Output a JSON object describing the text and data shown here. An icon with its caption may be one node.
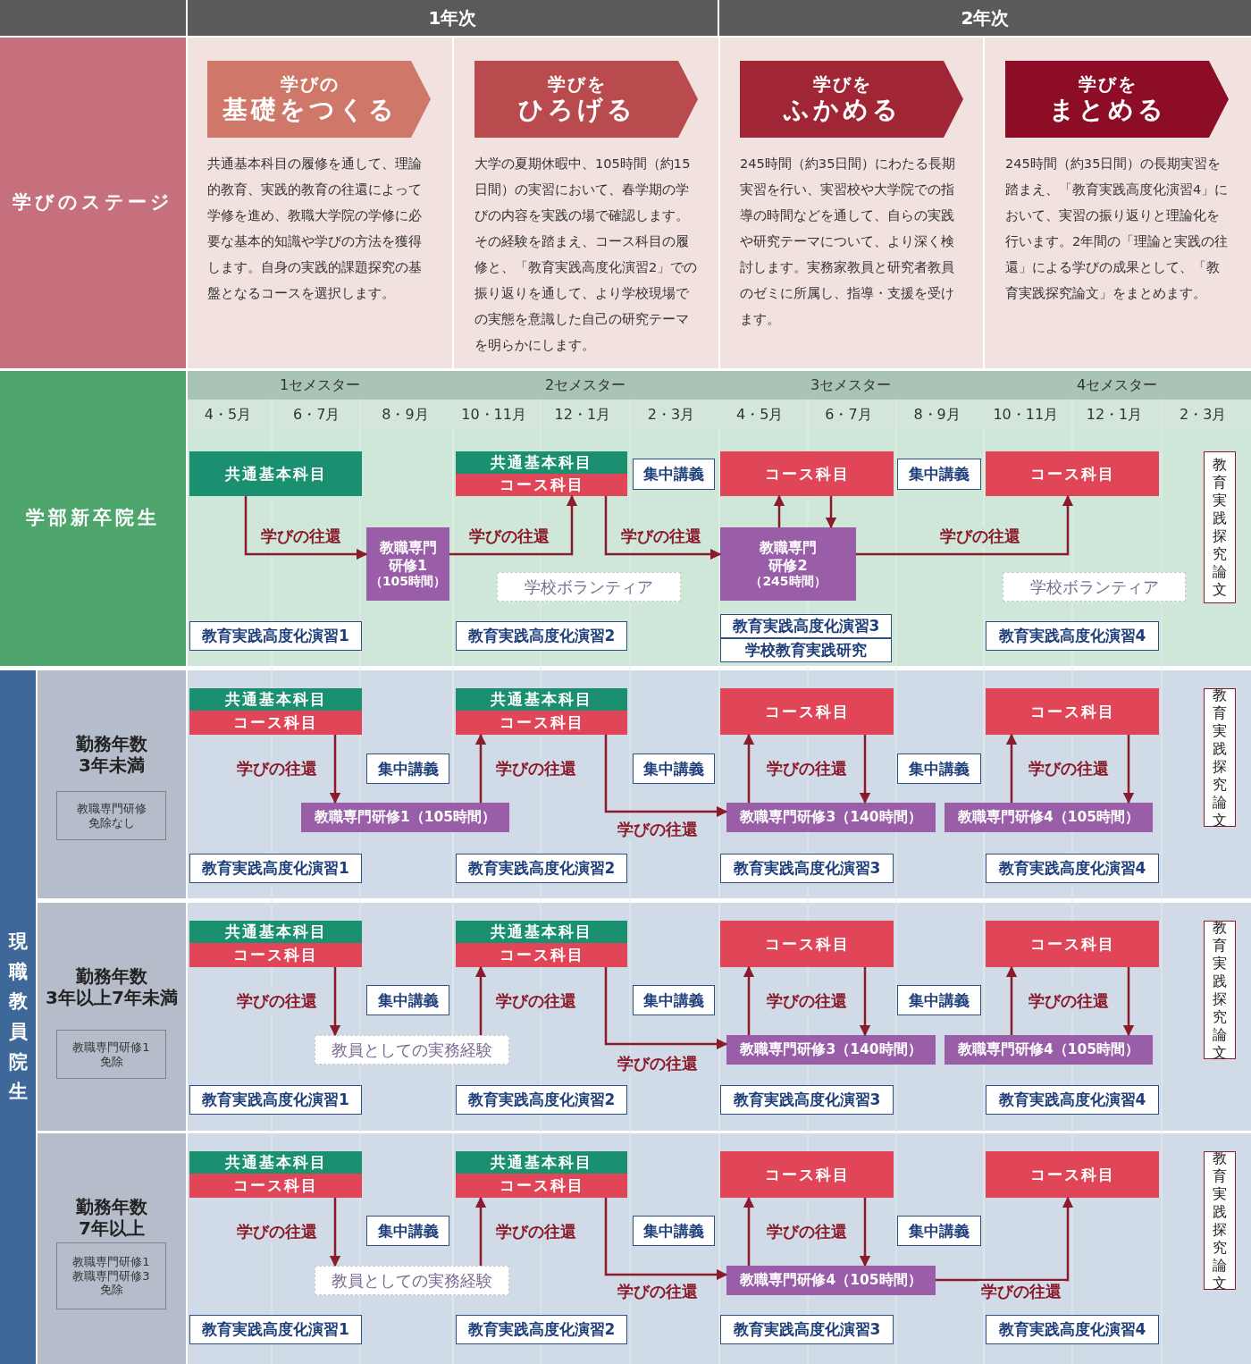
{
  "diagram": {
    "nodes": [
      {
        "text": [
          "1年次"
        ]
      },
      {
        "text": [
          "2年次"
        ]
      },
      {
        "text": [
          "学びのステージ"
        ]
      },
      {
        "text": [
          "学びの",
          "基礎をつくる"
        ],
        "beside": [
          "共通基本科目の履修を通して、理論的教育、実践的教育の往還によって学修を進め、教職大学院の学修に必要な基本的知識や学びの方法を獲得します。自身の実践的課題探究の基盤となるコースを選択します。"
        ]
      },
      {
        "text": [
          "学びを",
          "ひろげる"
        ],
        "beside": [
          "大学の夏期休暇中、105時間（約15日間）の実習において、春学期の学びの内容を実践の場で確認します。その経験を踏まえ、コース科目の履修と、「教育実践高度化演習2」での振り返りを通して、より学校現場での実態を意識した自己の研究テーマを明らかにします。"
        ]
      },
      {
        "text": [
          "学びを",
          "ふかめる"
        ],
        "beside": [
          "245時間（約35日間）にわたる長期実習を行い、実習校や大学院での指導の時間などを通して、自らの実践や研究テーマについて、より深く検討します。実務家教員と研究者教員のゼミに所属し、指導・支援を受けます。"
        ]
      },
      {
        "text": [
          "学びを",
          "まとめる"
        ],
        "beside": [
          "245時間（約35日間）の長期実習を踏まえ、「教育実践高度化演習4」において、実習の振り返りと理論化を行います。2年間の「理論と実践の往還」による学びの成果として、「教育実践探究論文」をまとめます。"
        ]
      },
      {
        "text": [
          "学部新卒院生"
        ]
      },
      {
        "text": [
          "共通基本科目"
        ]
      },
      {
        "text": [
          "教職専門研修1",
          "（105時間）"
        ]
      },
      {
        "text": [
          "共通基本科目"
        ]
      },
      {
        "text": [
          "コース科目"
        ]
      },
      {
        "text": [
          "集中講義"
        ]
      },
      {
        "text": [
          "学校ボランティア"
        ]
      },
      {
        "text": [
          "教育実践高度化演習1"
        ]
      },
      {
        "text": [
          "教育実践高度化演習2"
        ]
      },
      {
        "text": [
          "コース科目"
        ]
      },
      {
        "text": [
          "集中講義"
        ]
      },
      {
        "text": [
          "コース科目"
        ]
      },
      {
        "text": [
          "教職専門研修2",
          "（245時間）"
        ]
      },
      {
        "text": [
          "教育実践高度化演習3"
        ]
      },
      {
        "text": [
          "学校教育実践研究"
        ]
      },
      {
        "text": [
          "学校ボランティア"
        ]
      },
      {
        "text": [
          "教育実践高度化演習4"
        ]
      },
      {
        "text": [
          "教育実践探究論文"
        ]
      },
      {
        "text": [
          "現職教員院生"
        ]
      },
      {
        "text": [
          "勤務年数",
          "3年未満"
        ]
      },
      {
        "text": [
          "教職専門研修免除なし"
        ],
        "in": 26
      },
      {
        "text": [
          "共通基本科目"
        ]
      },
      {
        "text": [
          "コース科目"
        ]
      },
      {
        "text": [
          "共通基本科目"
        ]
      },
      {
        "text": [
          "コース科目"
        ]
      },
      {
        "text": [
          "集中講義"
        ]
      },
      {
        "text": [
          "集中講義"
        ]
      },
      {
        "text": [
          "教職専門研修1（105時間）"
        ]
      },
      {
        "text": [
          "コース科目"
        ]
      },
      {
        "text": [
          "集中講義"
        ]
      },
      {
        "text": [
          "コース科目"
        ]
      },
      {
        "text": [
          "教職専門研修3（140時間）"
        ]
      },
      {
        "text": [
          "教職専門研修4（105時間）"
        ]
      },
      {
        "text": [
          "教育実践高度化演習1"
        ]
      },
      {
        "text": [
          "教育実践高度化演習2"
        ]
      },
      {
        "text": [
          "教育実践高度化演習3"
        ]
      },
      {
        "text": [
          "教育実践高度化演習4"
        ]
      },
      {
        "text": [
          "教育実践探究論文"
        ]
      },
      {
        "text": [
          "勤務年数",
          "3年以上7年未満"
        ]
      },
      {
        "text": [
          "教職専門研修1免除"
        ],
        "in": 45
      },
      {
        "text": [
          "共通基本科目"
        ]
      },
      {
        "text": [
          "コース科目"
        ]
      },
      {
        "text": [
          "共通基本科目"
        ]
      },
      {
        "text": [
          "コース科目"
        ]
      },
      {
        "text": [
          "集中講義"
        ]
      },
      {
        "text": [
          "集中講義"
        ]
      },
      {
        "text": [
          "教員としての実務経験"
        ]
      },
      {
        "text": [
          "コース科目"
        ]
      },
      {
        "text": [
          "集中講義"
        ]
      },
      {
        "text": [
          "コース科目"
        ]
      },
      {
        "text": [
          "教職専門研修3（140時間）"
        ]
      },
      {
        "text": [
          "教職専門研修4（105時間）"
        ]
      },
      {
        "text": [
          "教育実践高度化演習1"
        ]
      },
      {
        "text": [
          "教育実践高度化演習2"
        ]
      },
      {
        "text": [
          "教育実践高度化演習3"
        ]
      },
      {
        "text": [
          "教育実践高度化演習4"
        ]
      },
      {
        "text": [
          "教育実践探究論文"
        ]
      },
      {
        "text": [
          "勤務年数",
          "7年以上"
        ]
      },
      {
        "text": [
          "教職専門研修1教職専門研修3免除"
        ],
        "in": 64
      },
      {
        "text": [
          "共通基本科目"
        ]
      },
      {
        "text": [
          "コース科目"
        ]
      },
      {
        "text": [
          "共通基本科目"
        ]
      },
      {
        "text": [
          "コース科目"
        ]
      },
      {
        "text": [
          "集中講義"
        ]
      },
      {
        "text": [
          "集中講義"
        ]
      },
      {
        "text": [
          "集中講義"
        ]
      },
      {
        "text": [
          "教員としての実務経験"
        ]
      },
      {
        "text": [
          "コース科目"
        ]
      },
      {
        "text": [
          "コース科目"
        ]
      },
      {
        "text": [
          "教職専門研修4（105時間）"
        ]
      },
      {
        "text": [
          "教育実践高度化演習1"
        ]
      },
      {
        "text": [
          "教育実践高度化演習2"
        ]
      },
      {
        "text": [
          "教育実践高度化演習3"
        ]
      },
      {
        "text": [
          "教育実践高度化演習4"
        ]
      },
      {
        "text": [
          "教育実践探究論文"
        ]
      }
    ],
    "edges": [
      {
        "from": 8,
        "to": 9,
        "arrow": "to",
        "label": "学びの往還"
      },
      {
        "from": 9,
        "to": 11,
        "arrow": "to",
        "label": "学びの往還"
      },
      {
        "from": 11,
        "to": 19,
        "arrow": "to",
        "label": "学びの往還"
      },
      {
        "from": 19,
        "to": 16,
        "arrow": "to"
      },
      {
        "from": 16,
        "to": 19,
        "arrow": "to"
      },
      {
        "from": 19,
        "to": 18,
        "arrow": "to",
        "label": "学びの往還"
      },
      {
        "from": 29,
        "to": 34,
        "arrow": "to",
        "label": "学びの往還"
      },
      {
        "from": 34,
        "to": 31,
        "arrow": "to",
        "label": "学びの往還"
      },
      {
        "from": 31,
        "to": 38,
        "arrow": "to",
        "label": "学びの往還"
      },
      {
        "from": 38,
        "to": 35,
        "arrow": "to",
        "label": "学びの往還"
      },
      {
        "from": 35,
        "to": 38,
        "arrow": "to"
      },
      {
        "from": 39,
        "to": 37,
        "arrow": "to",
        "label": "学びの往還"
      },
      {
        "from": 37,
        "to": 39,
        "arrow": "to"
      },
      {
        "from": 48,
        "to": 53,
        "arrow": "to",
        "label": "学びの往還"
      },
      {
        "from": 53,
        "to": 50,
        "arrow": "to",
        "label": "学びの往還"
      },
      {
        "from": 50,
        "to": 57,
        "arrow": "to",
        "label": "学びの往還"
      },
      {
        "from": 57,
        "to": 54,
        "arrow": "to",
        "label": "学びの往還"
      },
      {
        "from": 54,
        "to": 57,
        "arrow": "to"
      },
      {
        "from": 58,
        "to": 56,
        "arrow": "to",
        "label": "学びの往還"
      },
      {
        "from": 56,
        "to": 58,
        "arrow": "to"
      },
      {
        "from": 67,
        "to": 73,
        "arrow": "to",
        "label": "学びの往還"
      },
      {
        "from": 73,
        "to": 69,
        "arrow": "to",
        "label": "学びの往還"
      },
      {
        "from": 69,
        "to": 76,
        "arrow": "to",
        "label": "学びの往還"
      },
      {
        "from": 76,
        "to": 74,
        "arrow": "to",
        "label": "学びの往還"
      },
      {
        "from": 74,
        "to": 76,
        "arrow": "to"
      },
      {
        "from": 76,
        "to": 75,
        "arrow": "to",
        "label": "学びの往還"
      }
    ],
    "labels": [
      "1セメスター",
      "2セメスター",
      "3セメスター",
      "4セメスター",
      "4・5月",
      "6・7月",
      "8・9月",
      "10・11月",
      "12・1月",
      "2・3月",
      "4・5月",
      "6・7月",
      "8・9月",
      "10・11月",
      "12・1月",
      "2・3月"
    ]
  }
}
